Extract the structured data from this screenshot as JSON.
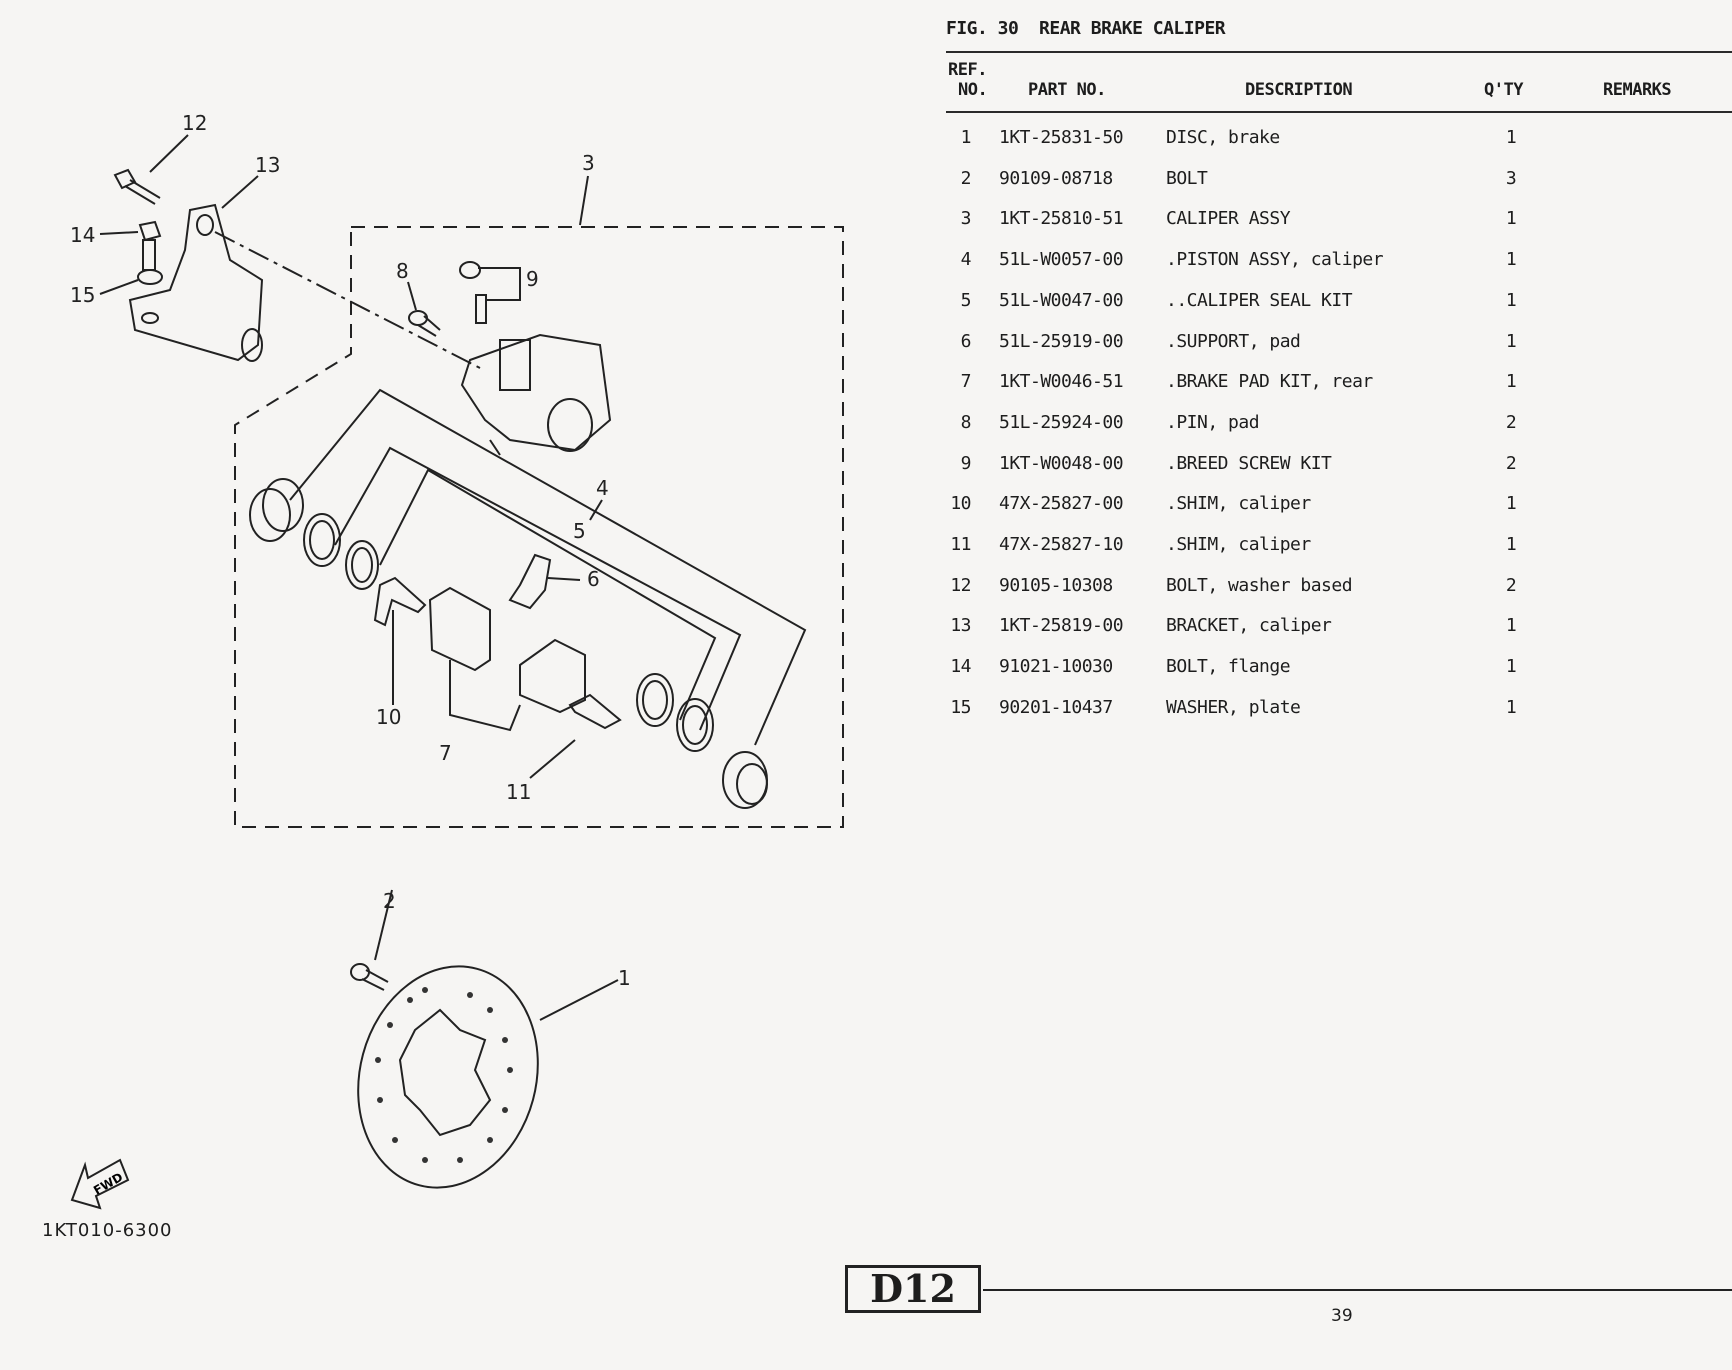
{
  "figure": {
    "number": "FIG. 30",
    "title": "REAR BRAKE CALIPER"
  },
  "table": {
    "headers": {
      "ref_top": "REF.",
      "ref_bottom": "NO.",
      "part_no": "PART NO.",
      "description": "DESCRIPTION",
      "qty": "Q'TY",
      "remarks": "REMARKS"
    },
    "rows": [
      {
        "ref": "1",
        "part": "1KT-25831-50",
        "desc": "DISC, brake",
        "qty": "1"
      },
      {
        "ref": "2",
        "part": "90109-08718",
        "desc": "BOLT",
        "qty": "3"
      },
      {
        "ref": "3",
        "part": "1KT-25810-51",
        "desc": "CALIPER ASSY",
        "qty": "1"
      },
      {
        "ref": "4",
        "part": "51L-W0057-00",
        "desc": ".PISTON ASSY, caliper",
        "qty": "1"
      },
      {
        "ref": "5",
        "part": "51L-W0047-00",
        "desc": "..CALIPER SEAL KIT",
        "qty": "1"
      },
      {
        "ref": "6",
        "part": "51L-25919-00",
        "desc": ".SUPPORT, pad",
        "qty": "1"
      },
      {
        "ref": "7",
        "part": "1KT-W0046-51",
        "desc": ".BRAKE PAD KIT, rear",
        "qty": "1"
      },
      {
        "ref": "8",
        "part": "51L-25924-00",
        "desc": ".PIN, pad",
        "qty": "2"
      },
      {
        "ref": "9",
        "part": "1KT-W0048-00",
        "desc": ".BREED SCREW KIT",
        "qty": "2"
      },
      {
        "ref": "10",
        "part": "47X-25827-00",
        "desc": ".SHIM, caliper",
        "qty": "1"
      },
      {
        "ref": "11",
        "part": "47X-25827-10",
        "desc": ".SHIM, caliper",
        "qty": "1"
      },
      {
        "ref": "12",
        "part": "90105-10308",
        "desc": "BOLT, washer based",
        "qty": "2"
      },
      {
        "ref": "13",
        "part": "1KT-25819-00",
        "desc": "BRACKET, caliper",
        "qty": "1"
      },
      {
        "ref": "14",
        "part": "91021-10030",
        "desc": "BOLT, flange",
        "qty": "1"
      },
      {
        "ref": "15",
        "part": "90201-10437",
        "desc": "WASHER, plate",
        "qty": "1"
      }
    ]
  },
  "diagram": {
    "callouts": {
      "c1": "1",
      "c2": "2",
      "c3": "3",
      "c4": "4",
      "c5": "5",
      "c6": "6",
      "c7": "7",
      "c8": "8",
      "c9": "9",
      "c10": "10",
      "c11": "11",
      "c12": "12",
      "c13": "13",
      "c14": "14",
      "c15": "15"
    },
    "fwd_label": "FWD",
    "drawing_code": "1KT010-6300"
  },
  "footer": {
    "section": "D12",
    "page": "39"
  }
}
